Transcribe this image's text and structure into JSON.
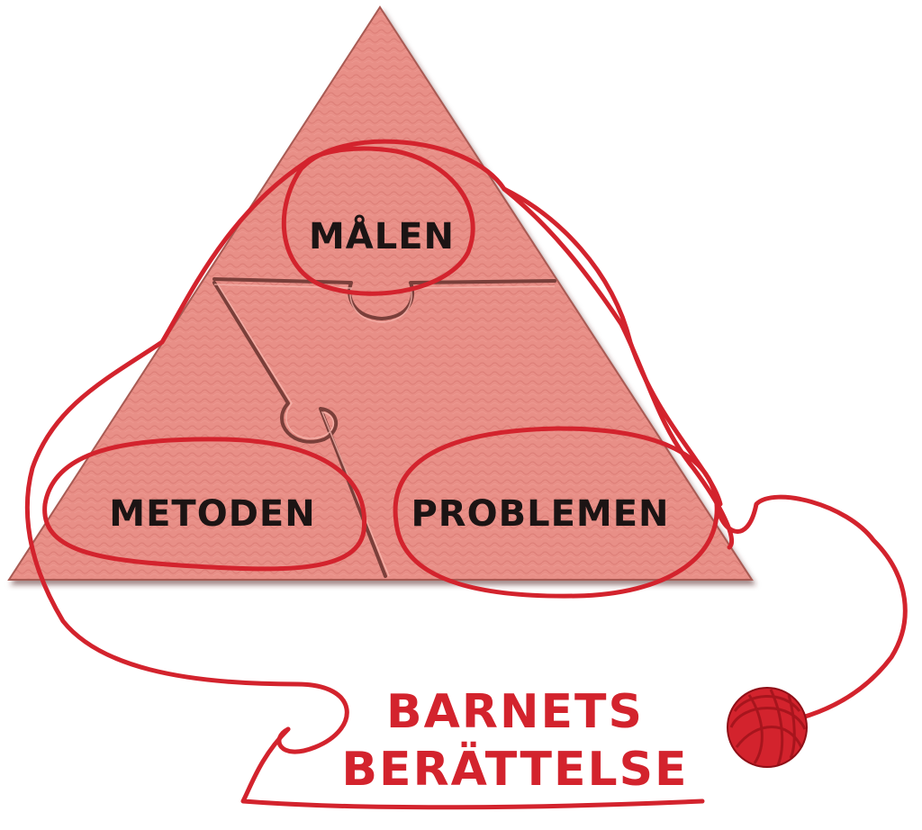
{
  "diagram": {
    "pieces": {
      "top": {
        "label": "MÅLEN"
      },
      "bottom_left": {
        "label": "METODEN"
      },
      "bottom_right": {
        "label": "PROBLEMEN"
      }
    },
    "caption": {
      "line1": "BARNETS",
      "line2": "BERÄTTELSE"
    },
    "colors": {
      "puzzle": "#e88f87",
      "puzzle_shadow": "#8a4a44",
      "text": "#1c1414",
      "yarn": "#d3232d"
    }
  }
}
